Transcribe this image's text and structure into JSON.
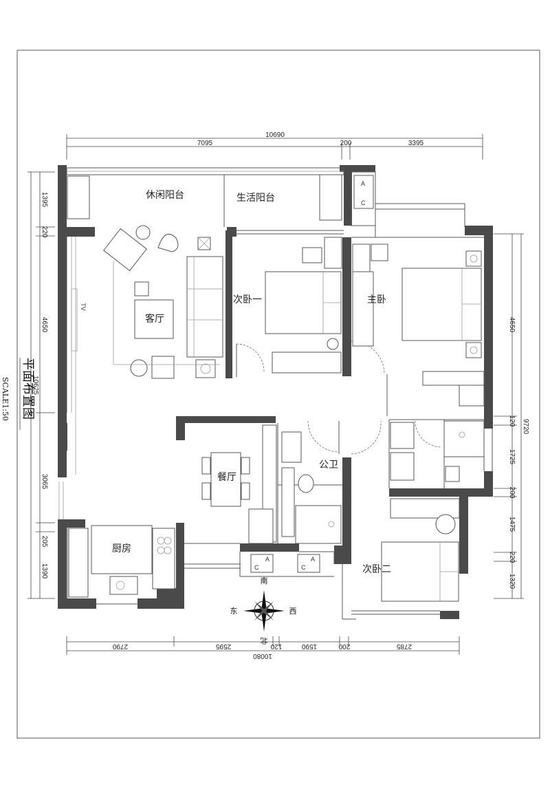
{
  "title": "平面布置图",
  "scale": "SCALE1:50",
  "rooms": {
    "leisure_balcony": "休闲阳台",
    "utility_balcony": "生活阳台",
    "living_room": "客厅",
    "second_bedroom_1": "次卧一",
    "master_bedroom": "主卧",
    "dining_room": "餐厅",
    "public_bath": "公卫",
    "kitchen": "厨房",
    "second_bedroom_2": "次卧二"
  },
  "labels": {
    "tv": "TV",
    "marker_a1": "A",
    "marker_c1": "C",
    "marker_a2": "A",
    "marker_c2": "C",
    "marker_a3": "A",
    "marker_c3": "C"
  },
  "compass": {
    "north": "北",
    "south": "南",
    "east": "东",
    "west": "西"
  },
  "dimensions": {
    "top_total": "10690",
    "top_segments": [
      "7095",
      "200",
      "3395"
    ],
    "bottom_total": "10080",
    "bottom_segments": [
      "2790",
      "2595",
      "120",
      "1590",
      "200",
      "2785"
    ],
    "left_segments": [
      "1395",
      "220",
      "4650",
      "10625",
      "3065",
      "205",
      "1390"
    ],
    "right_total": "9720",
    "right_segments": [
      "4650",
      "120",
      "1725",
      "200",
      "1475",
      "220",
      "1320"
    ]
  }
}
